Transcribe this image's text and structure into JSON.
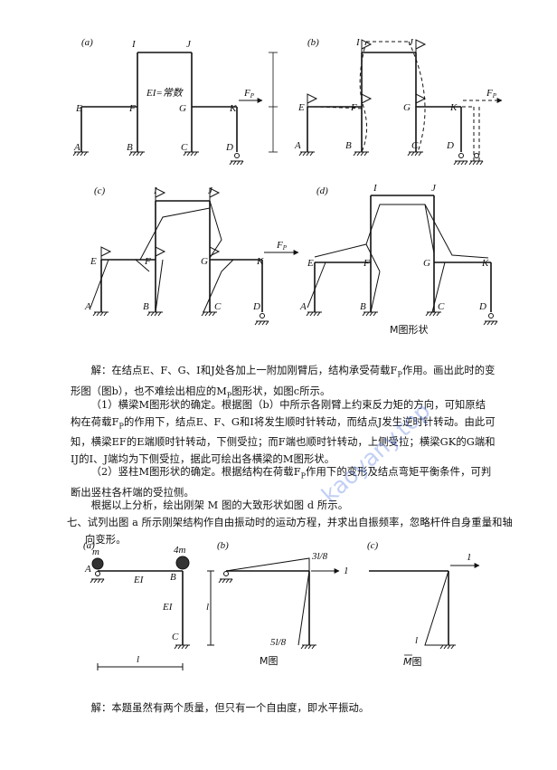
{
  "fig1": {
    "a": {
      "tag": "(a)",
      "ei": "EI=常数",
      "fp": "F",
      "fp_sub": "P",
      "nodes": {
        "I": "I",
        "J": "J",
        "E": "E",
        "F": "F",
        "G": "G",
        "K": "K",
        "A": "A",
        "B": "B",
        "C": "C",
        "D": "D"
      }
    },
    "b": {
      "tag": "(b)",
      "fp": "F",
      "fp_sub": "P",
      "nodes": {
        "I": "I",
        "J": "J",
        "E": "E",
        "F": "F",
        "G": "G",
        "K": "K",
        "A": "A",
        "B": "B",
        "C": "C",
        "D": "D"
      }
    },
    "c": {
      "tag": "(c)",
      "fp": "F",
      "fp_sub": "P",
      "nodes": {
        "I": "I",
        "J": "J",
        "E": "E",
        "F": "F",
        "G": "G",
        "K": "K",
        "A": "A",
        "B": "B",
        "C": "C",
        "D": "D"
      }
    },
    "d": {
      "tag": "(d)",
      "caption": "M图形状",
      "nodes": {
        "I": "I",
        "J": "J",
        "E": "E",
        "F": "F",
        "G": "G",
        "K": "K",
        "A": "A",
        "B": "B",
        "C": "C",
        "D": "D"
      }
    }
  },
  "text": {
    "p1": "解：在结点E、F、G、I和J处各加上一附加刚臂后，结构承受荷载F",
    "p1_sub": "P",
    "p1b": "作用。画出此时的变形图（图b），也不难绘出相应的M",
    "p1b_sub": "P",
    "p1c": "图形状，如图c所示。",
    "p2a": "（1）横梁M图形状的确定。根据图（b）中所示各刚臂上约束反力矩的方向，可知原结构在荷载F",
    "p2_sub": "P",
    "p2b": "的作用下，结点E、F、G和I将发生顺时针转动，而结点J发生逆时针转动。由此可知，横梁EF的E端顺时针转动，下侧受拉；而F端也顺时针转动，上侧受拉；横梁GK的G端和IJ的I、J端均为下侧受拉，据此可绘出各横梁的M图形状。",
    "p3a": "（2）竖柱M图形状的确定。根据结构在荷载F",
    "p3_sub": "P",
    "p3b": "作用下的变形及结点弯矩平衡条件，可判断出竖柱各杆端的受拉侧。",
    "p4": "根据以上分析，绘出刚架 M 图的大致形状如图 d 所示。",
    "q7_num": "七、",
    "q7": "试列出图 a 所示刚架结构作自由振动时的运动方程，并求出自振频率，忽略杆件自身重量和轴向变形。",
    "last": "解：本题虽然有两个质量，但只有一个自由度，即水平振动。"
  },
  "fig2": {
    "a": {
      "tag": "(a)",
      "m": "m",
      "m4": "4m",
      "A": "A",
      "B": "B",
      "C": "C",
      "ei_beam": "EI",
      "ei_col": "EI",
      "l_h": "l",
      "l_v": "l"
    },
    "b": {
      "tag": "(b)",
      "top": "3l/8",
      "bottom": "5l/8",
      "force": "1",
      "caption": "M图"
    },
    "c": {
      "tag": "(c)",
      "force": "1",
      "bottom": "l",
      "caption_bar": "M",
      "caption_suffix": "图"
    }
  },
  "watermark": {
    "site": "kaoyany.top"
  }
}
